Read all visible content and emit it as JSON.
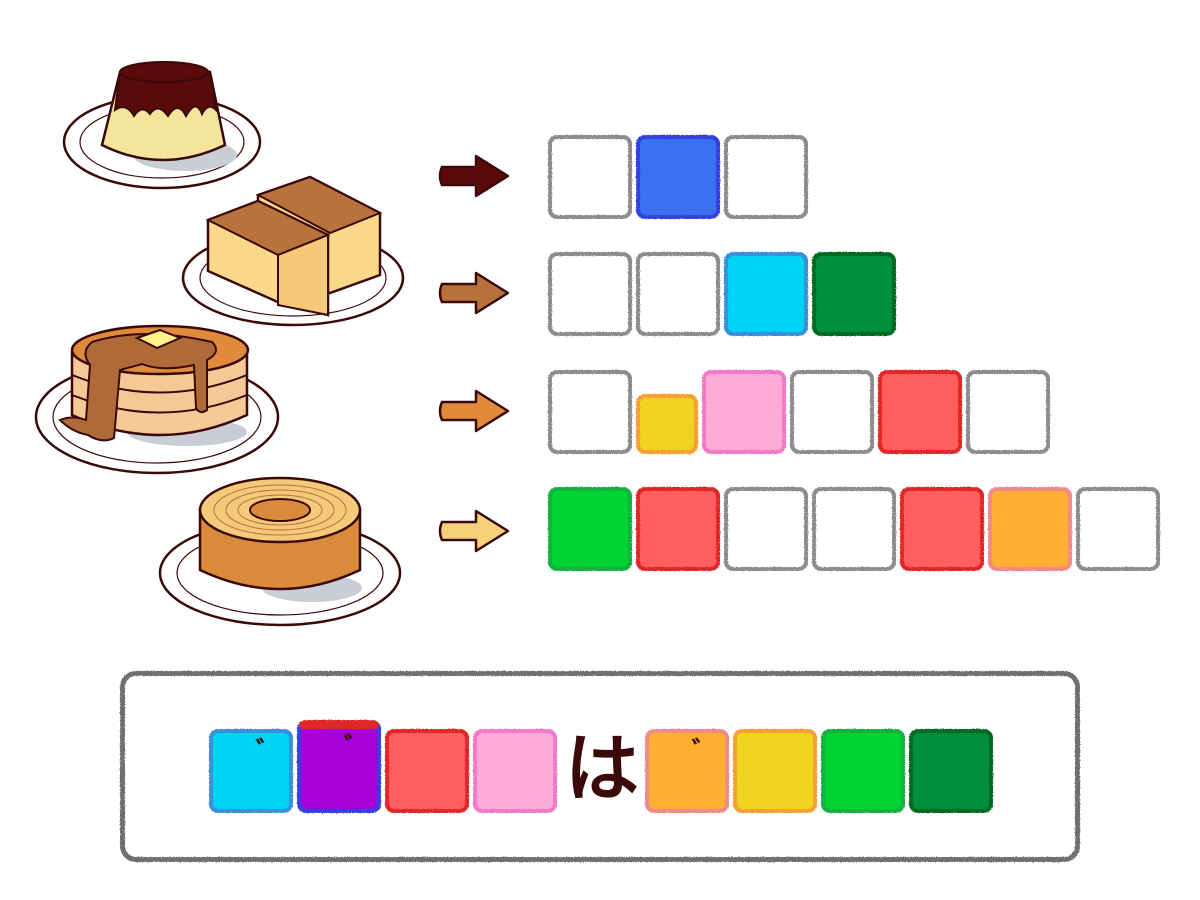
{
  "puzzle": {
    "rows": [
      {
        "item": "pudding",
        "arrow_color": "#5a0a0a",
        "tiles": [
          {
            "fill": "#ffffff",
            "border": "#8c8c8c"
          },
          {
            "fill": "#3a6ff0",
            "border": "#3340e0"
          },
          {
            "fill": "#ffffff",
            "border": "#8c8c8c"
          }
        ]
      },
      {
        "item": "castella",
        "arrow_color": "#b8733d",
        "tiles": [
          {
            "fill": "#ffffff",
            "border": "#8c8c8c"
          },
          {
            "fill": "#ffffff",
            "border": "#8c8c8c"
          },
          {
            "fill": "#00d4f4",
            "border": "#3a8fd8"
          },
          {
            "fill": "#008f3a",
            "border": "#006a20"
          }
        ]
      },
      {
        "item": "pancakes",
        "arrow_color": "#e08a3c",
        "tiles": [
          {
            "fill": "#ffffff",
            "border": "#8c8c8c",
            "size": "full"
          },
          {
            "fill": "#f0d422",
            "border": "#f5a030",
            "size": "small"
          },
          {
            "fill": "#ffaad8",
            "border": "#f07ac8",
            "size": "full"
          },
          {
            "fill": "#ffffff",
            "border": "#8c8c8c",
            "size": "full"
          },
          {
            "fill": "#ff5e5e",
            "border": "#e02828",
            "size": "full"
          },
          {
            "fill": "#ffffff",
            "border": "#8c8c8c",
            "size": "full"
          }
        ]
      },
      {
        "item": "baumkuchen",
        "arrow_color": "#f7d07a",
        "tiles": [
          {
            "fill": "#00d436",
            "border": "#12b040"
          },
          {
            "fill": "#ff5e5e",
            "border": "#e02828"
          },
          {
            "fill": "#ffffff",
            "border": "#8c8c8c"
          },
          {
            "fill": "#ffffff",
            "border": "#8c8c8c"
          },
          {
            "fill": "#ff5e5e",
            "border": "#e02828"
          },
          {
            "fill": "#ffb030",
            "border": "#f08a8a"
          },
          {
            "fill": "#ffffff",
            "border": "#8c8c8c"
          }
        ]
      }
    ],
    "answer": {
      "particle": "は",
      "dakuten": "゛",
      "tiles_before": [
        {
          "fill": "#00d4f4",
          "border": "#3a8fd8",
          "dakuten": true
        },
        {
          "fill": "#a800d8",
          "border": "#3340e0",
          "top_border": "#e02828",
          "dakuten": true
        },
        {
          "fill": "#ff5e5e",
          "border": "#e02828",
          "dakuten": false
        },
        {
          "fill": "#ffaad8",
          "border": "#f07ac8",
          "dakuten": false
        }
      ],
      "tiles_after": [
        {
          "fill": "#ffb030",
          "border": "#f08a8a",
          "dakuten": true
        },
        {
          "fill": "#f0d422",
          "border": "#f5a030",
          "dakuten": false
        },
        {
          "fill": "#00d436",
          "border": "#12b040",
          "dakuten": false
        },
        {
          "fill": "#008f3a",
          "border": "#006a20",
          "dakuten": false
        }
      ]
    }
  }
}
